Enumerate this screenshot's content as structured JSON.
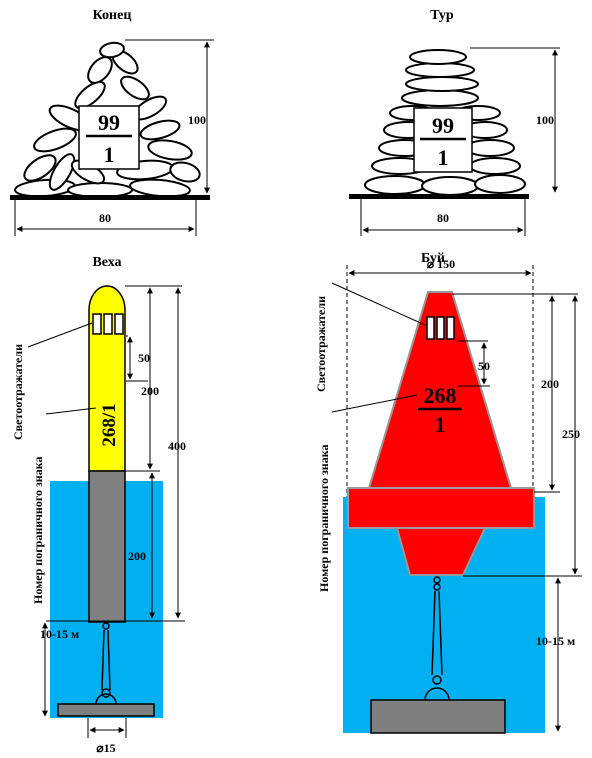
{
  "titles": {
    "konets": "Конец",
    "tur": "Тур",
    "vekha": "Веха",
    "buy": "Буй"
  },
  "konets": {
    "sign_top": "99",
    "sign_bottom": "1",
    "height_label": "100",
    "width_label": "80"
  },
  "tur": {
    "sign_top": "99",
    "sign_bottom": "1",
    "height_label": "100",
    "width_label": "80"
  },
  "vekha": {
    "number": "268/1",
    "label_reflectors": "Светоотражатели",
    "label_number": "Номер пограничного знака",
    "dim_50": "50",
    "dim_200_top": "200",
    "dim_400": "400",
    "dim_200_bottom": "200",
    "depth_label": "10-15 м",
    "diameter_label": "⌀15"
  },
  "buy": {
    "number_top": "268",
    "number_bottom": "1",
    "label_reflectors": "Светоотражатели",
    "label_number": "Номер пограничного знака",
    "diameter_label": "⌀ 150",
    "dim_50": "50",
    "dim_200": "200",
    "dim_250": "250",
    "depth_label": "10-15 м"
  },
  "colors": {
    "water": "#00b0f0",
    "buoy_red": "#ff0000",
    "pole_yellow": "#ffff00",
    "pole_gray": "#808080",
    "anchor_gray": "#7f7f7f",
    "stone_fill": "#ffffff",
    "ground": "#000000"
  }
}
